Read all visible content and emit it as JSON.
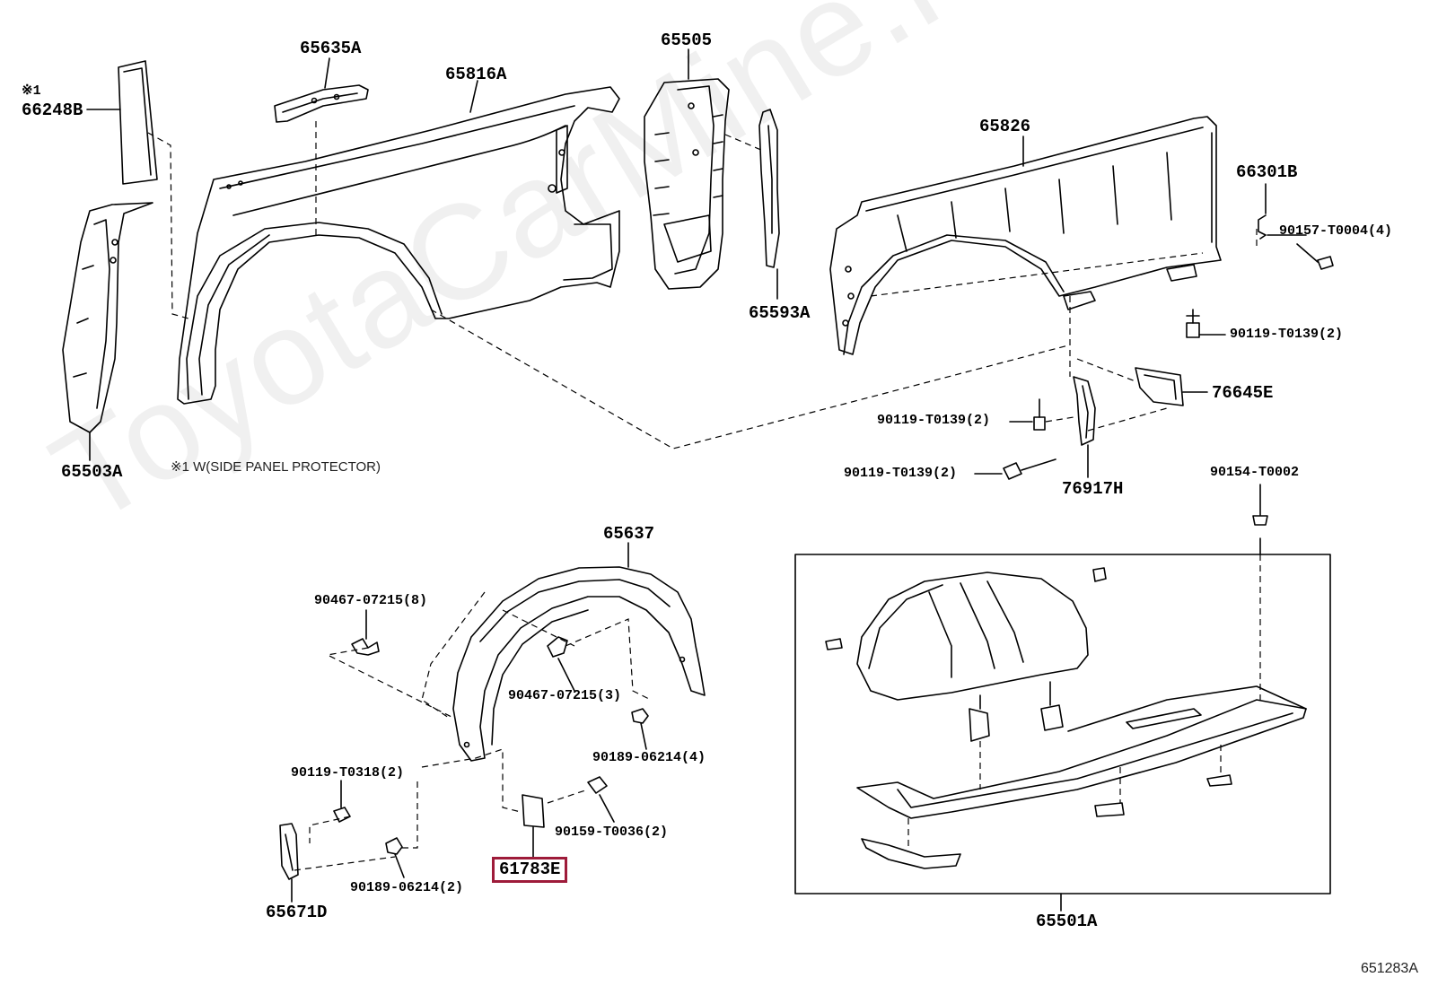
{
  "watermark": "ToyotaCarMine.ru",
  "note": "※1 W(SIDE PANEL PROTECTOR)",
  "diagram_ref": "651283A",
  "highlight_color": "#9e1b3a",
  "parts": {
    "p66248B_mark": "※1",
    "p66248B": "66248B",
    "p65635A": "65635A",
    "p65816A": "65816A",
    "p65505": "65505",
    "p65826": "65826",
    "p66301B": "66301B",
    "p90157": "90157-T0004(4)",
    "p90119_a": "90119-T0139(2)",
    "p65593A": "65593A",
    "p76645E": "76645E",
    "p90119_b": "90119-T0139(2)",
    "p90119_c": "90119-T0139(2)",
    "p76917H": "76917H",
    "p65503A": "65503A",
    "p90154": "90154-T0002",
    "p65637": "65637",
    "p90467_top": "90467-07215(8)",
    "p90467_mid": "90467-07215(3)",
    "p90189_r": "90189-06214(4)",
    "p90119_t0318": "90119-T0318(2)",
    "p90159": "90159-T0036(2)",
    "p90189_b": "90189-06214(2)",
    "p61783E": "61783E",
    "p65671D": "65671D",
    "p65501A": "65501A"
  }
}
